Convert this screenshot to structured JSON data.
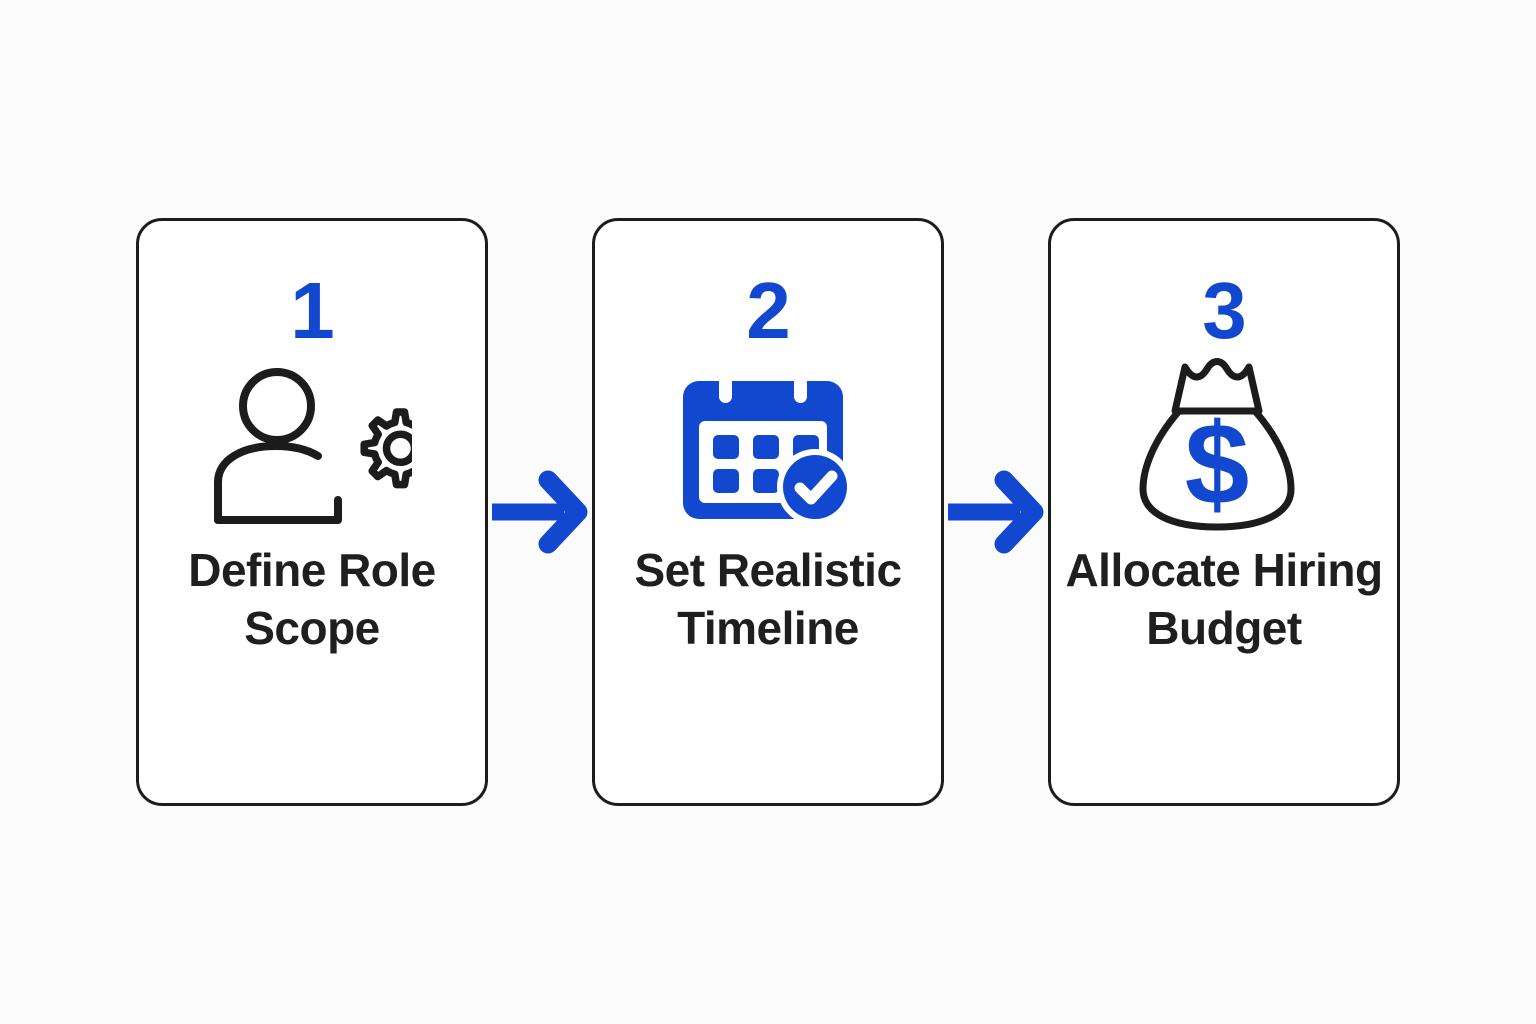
{
  "diagram": {
    "type": "horizontal-step-flow",
    "background_color": "#fbfbfb",
    "accent_color": "#1148cf",
    "outline_color": "#1c1c1c",
    "text_color": "#1f1f1f",
    "card_fill": "#ffffff",
    "steps": [
      {
        "number": "1",
        "icon": "user-gear-icon",
        "label": "Define Role Scope",
        "label_lines": [
          "Define",
          "Role",
          "Scope"
        ]
      },
      {
        "number": "2",
        "icon": "calendar-check-icon",
        "label": "Set Realistic Timeline",
        "label_lines": [
          "Set",
          "Realistic",
          "Timeline"
        ]
      },
      {
        "number": "3",
        "icon": "money-bag-dollar-icon",
        "label": "Allocate Hiring Budget",
        "label_lines": [
          "Allocate",
          "Hiring",
          "Budget"
        ]
      }
    ],
    "connectors": [
      {
        "icon": "arrow-right-icon",
        "from": "1",
        "to": "2"
      },
      {
        "icon": "arrow-right-icon",
        "from": "2",
        "to": "3"
      }
    ]
  }
}
